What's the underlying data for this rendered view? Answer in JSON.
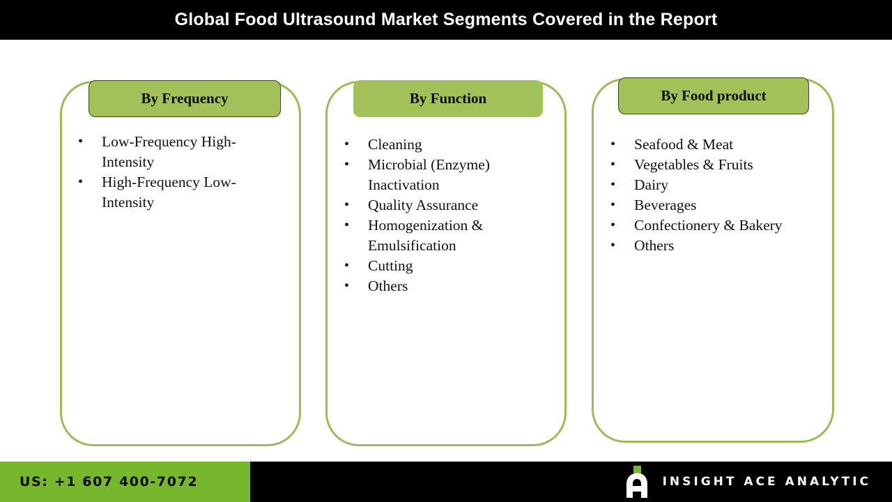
{
  "header": {
    "title": "Global Food Ultrasound Market Segments Covered in the Report",
    "background_color": "#000000",
    "text_color": "#ffffff"
  },
  "theme": {
    "header_green": "#a3c159",
    "outline_green": "#9bbb59",
    "footer_green": "#76b72e",
    "black": "#000000",
    "body_text": "#111111"
  },
  "segments": [
    {
      "title": "By Frequency",
      "items": [
        "Low-Frequency High-Intensity",
        "High-Frequency Low-Intensity"
      ]
    },
    {
      "title": "By Function",
      "items": [
        "Cleaning",
        "Microbial (Enzyme) Inactivation",
        "Quality Assurance",
        "Homogenization & Emulsification",
        "Cutting",
        "Others"
      ]
    },
    {
      "title": "By Food product",
      "items": [
        "Seafood & Meat",
        "Vegetables & Fruits",
        "Dairy",
        "Beverages",
        "Confectionery & Bakery",
        "Others"
      ]
    }
  ],
  "bullet_glyph": "•",
  "footer": {
    "phone": "US: +1 607 400-7072",
    "brand_name": "INSIGHT ACE ANALYTIC",
    "logo_icon": "insight-ace-a-mark"
  }
}
